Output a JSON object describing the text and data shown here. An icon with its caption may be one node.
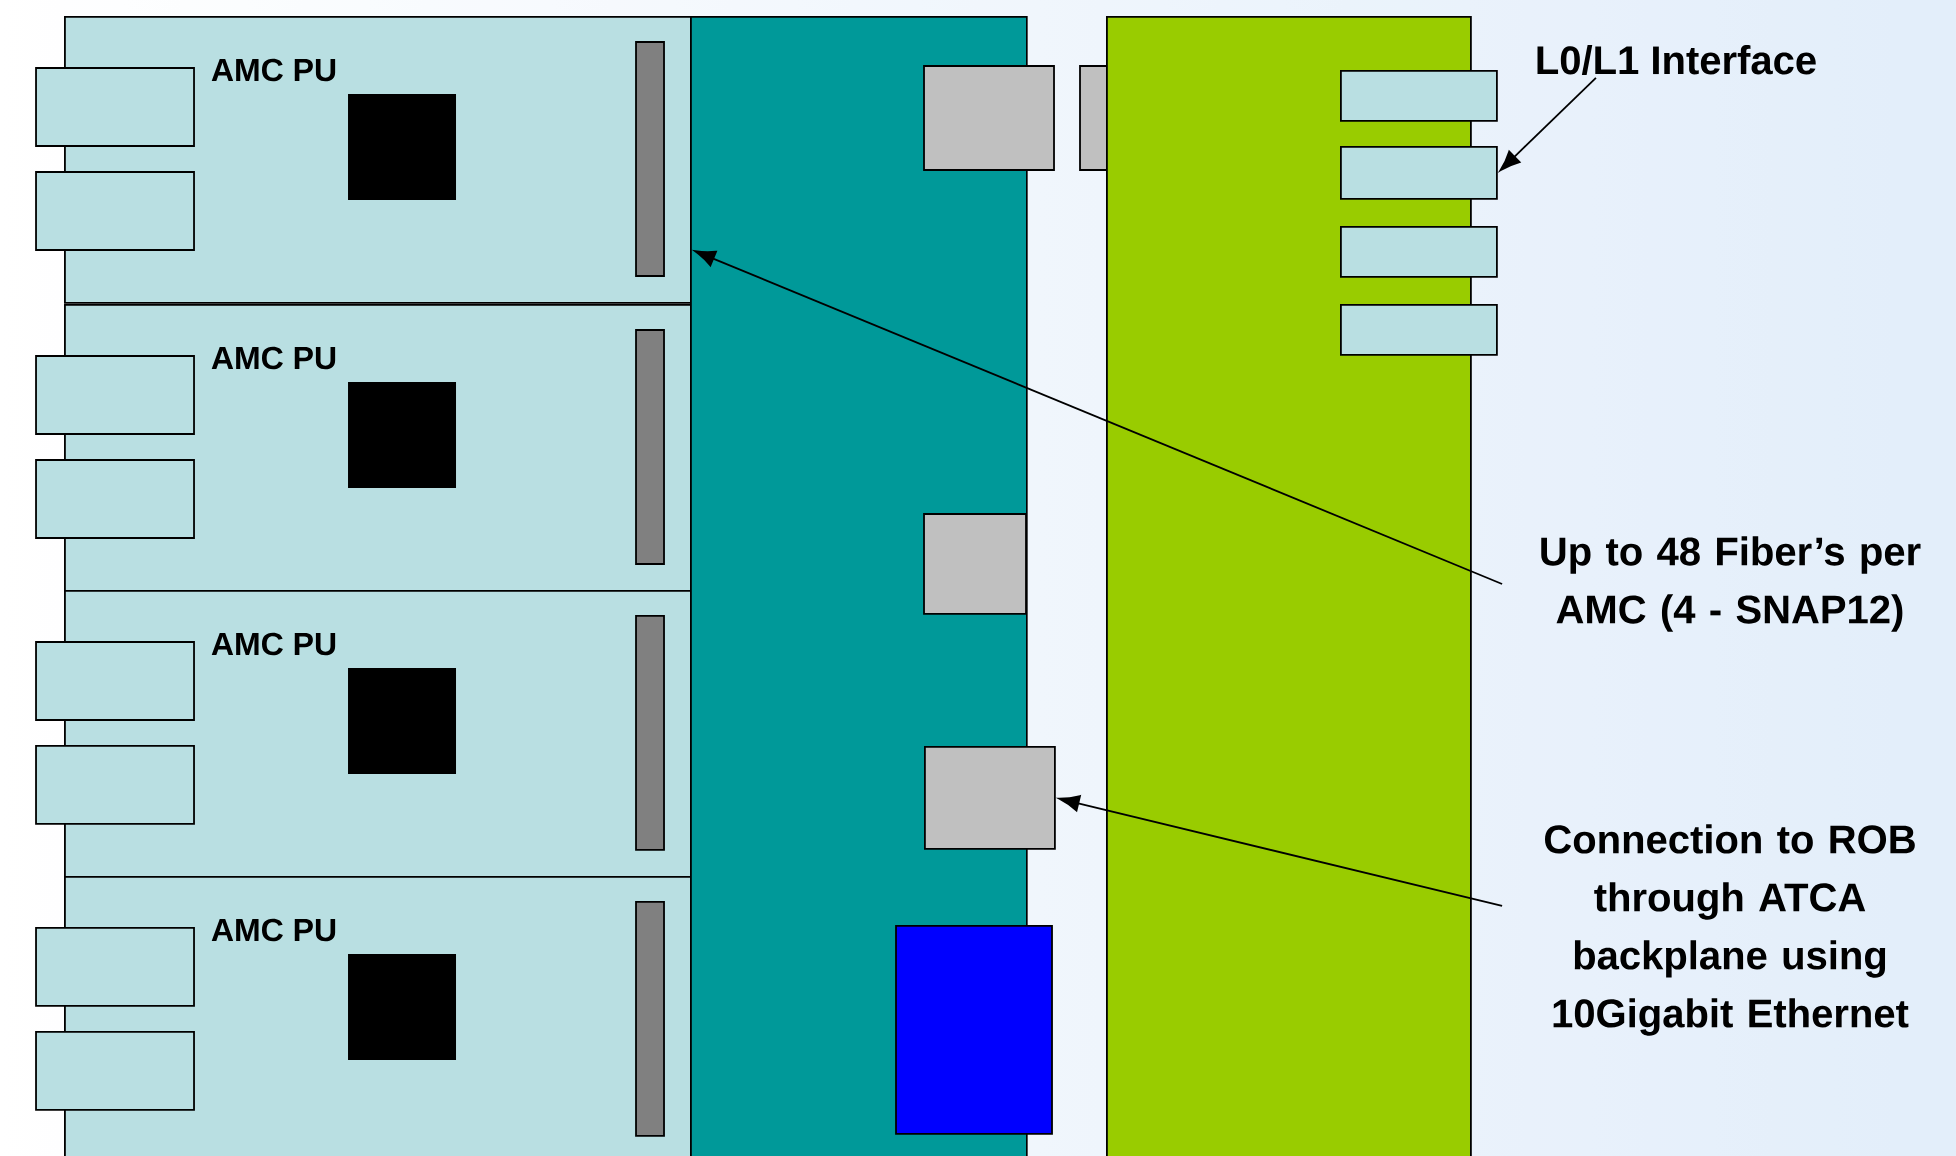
{
  "diagram": {
    "nodes": [
      {
        "text": [
          "AMC PU"
        ]
      },
      {
        "text": [
          "AMC PU"
        ]
      },
      {
        "text": [
          "AMC PU"
        ]
      },
      {
        "text": [
          "AMC PU"
        ]
      },
      {
        "text": [],
        "shape": "box"
      },
      {
        "text": [],
        "shape": "box"
      },
      {
        "text": [],
        "shape": "box"
      },
      {
        "text": [],
        "shape": "box"
      },
      {
        "text": [],
        "shape": "box"
      },
      {
        "text": [],
        "shape": "box"
      },
      {
        "text": [],
        "shape": "box"
      },
      {
        "text": [
          "L0/L1 Interface"
        ]
      },
      {
        "text": [
          "Up to 48 Fiber’s per AMC (4 - SNAP12)"
        ]
      },
      {
        "text": [
          "Connection to ROB through ATCA backplane using 10Gigabit Ethernet"
        ]
      }
    ],
    "edges": [
      {
        "from": 11,
        "to": 8,
        "arrow": "to"
      },
      {
        "from": 12,
        "to": 0,
        "arrow": "to"
      },
      {
        "from": 13,
        "to": 5,
        "arrow": "to"
      }
    ]
  }
}
